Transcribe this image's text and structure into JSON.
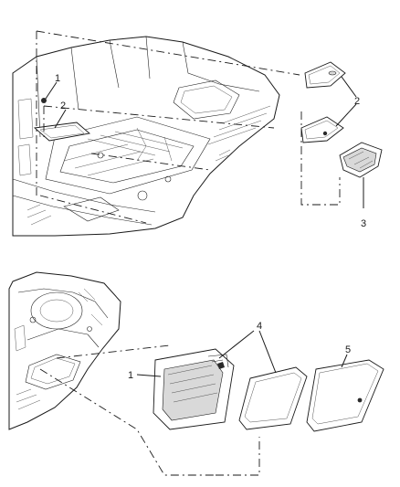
{
  "callouts": {
    "top_1": "1",
    "top_2_left": "2",
    "top_2_right": "2",
    "top_3": "3",
    "bottom_1": "1",
    "bottom_4": "4",
    "bottom_5": "5"
  }
}
